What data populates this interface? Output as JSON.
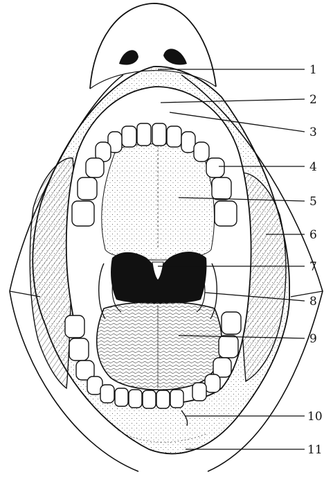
{
  "figure": {
    "callouts": [
      {
        "number": "1"
      },
      {
        "number": "2"
      },
      {
        "number": "3"
      },
      {
        "number": "4"
      },
      {
        "number": "5"
      },
      {
        "number": "6"
      },
      {
        "number": "7"
      },
      {
        "number": "8"
      },
      {
        "number": "9"
      },
      {
        "number": "10"
      },
      {
        "number": "11"
      }
    ]
  }
}
